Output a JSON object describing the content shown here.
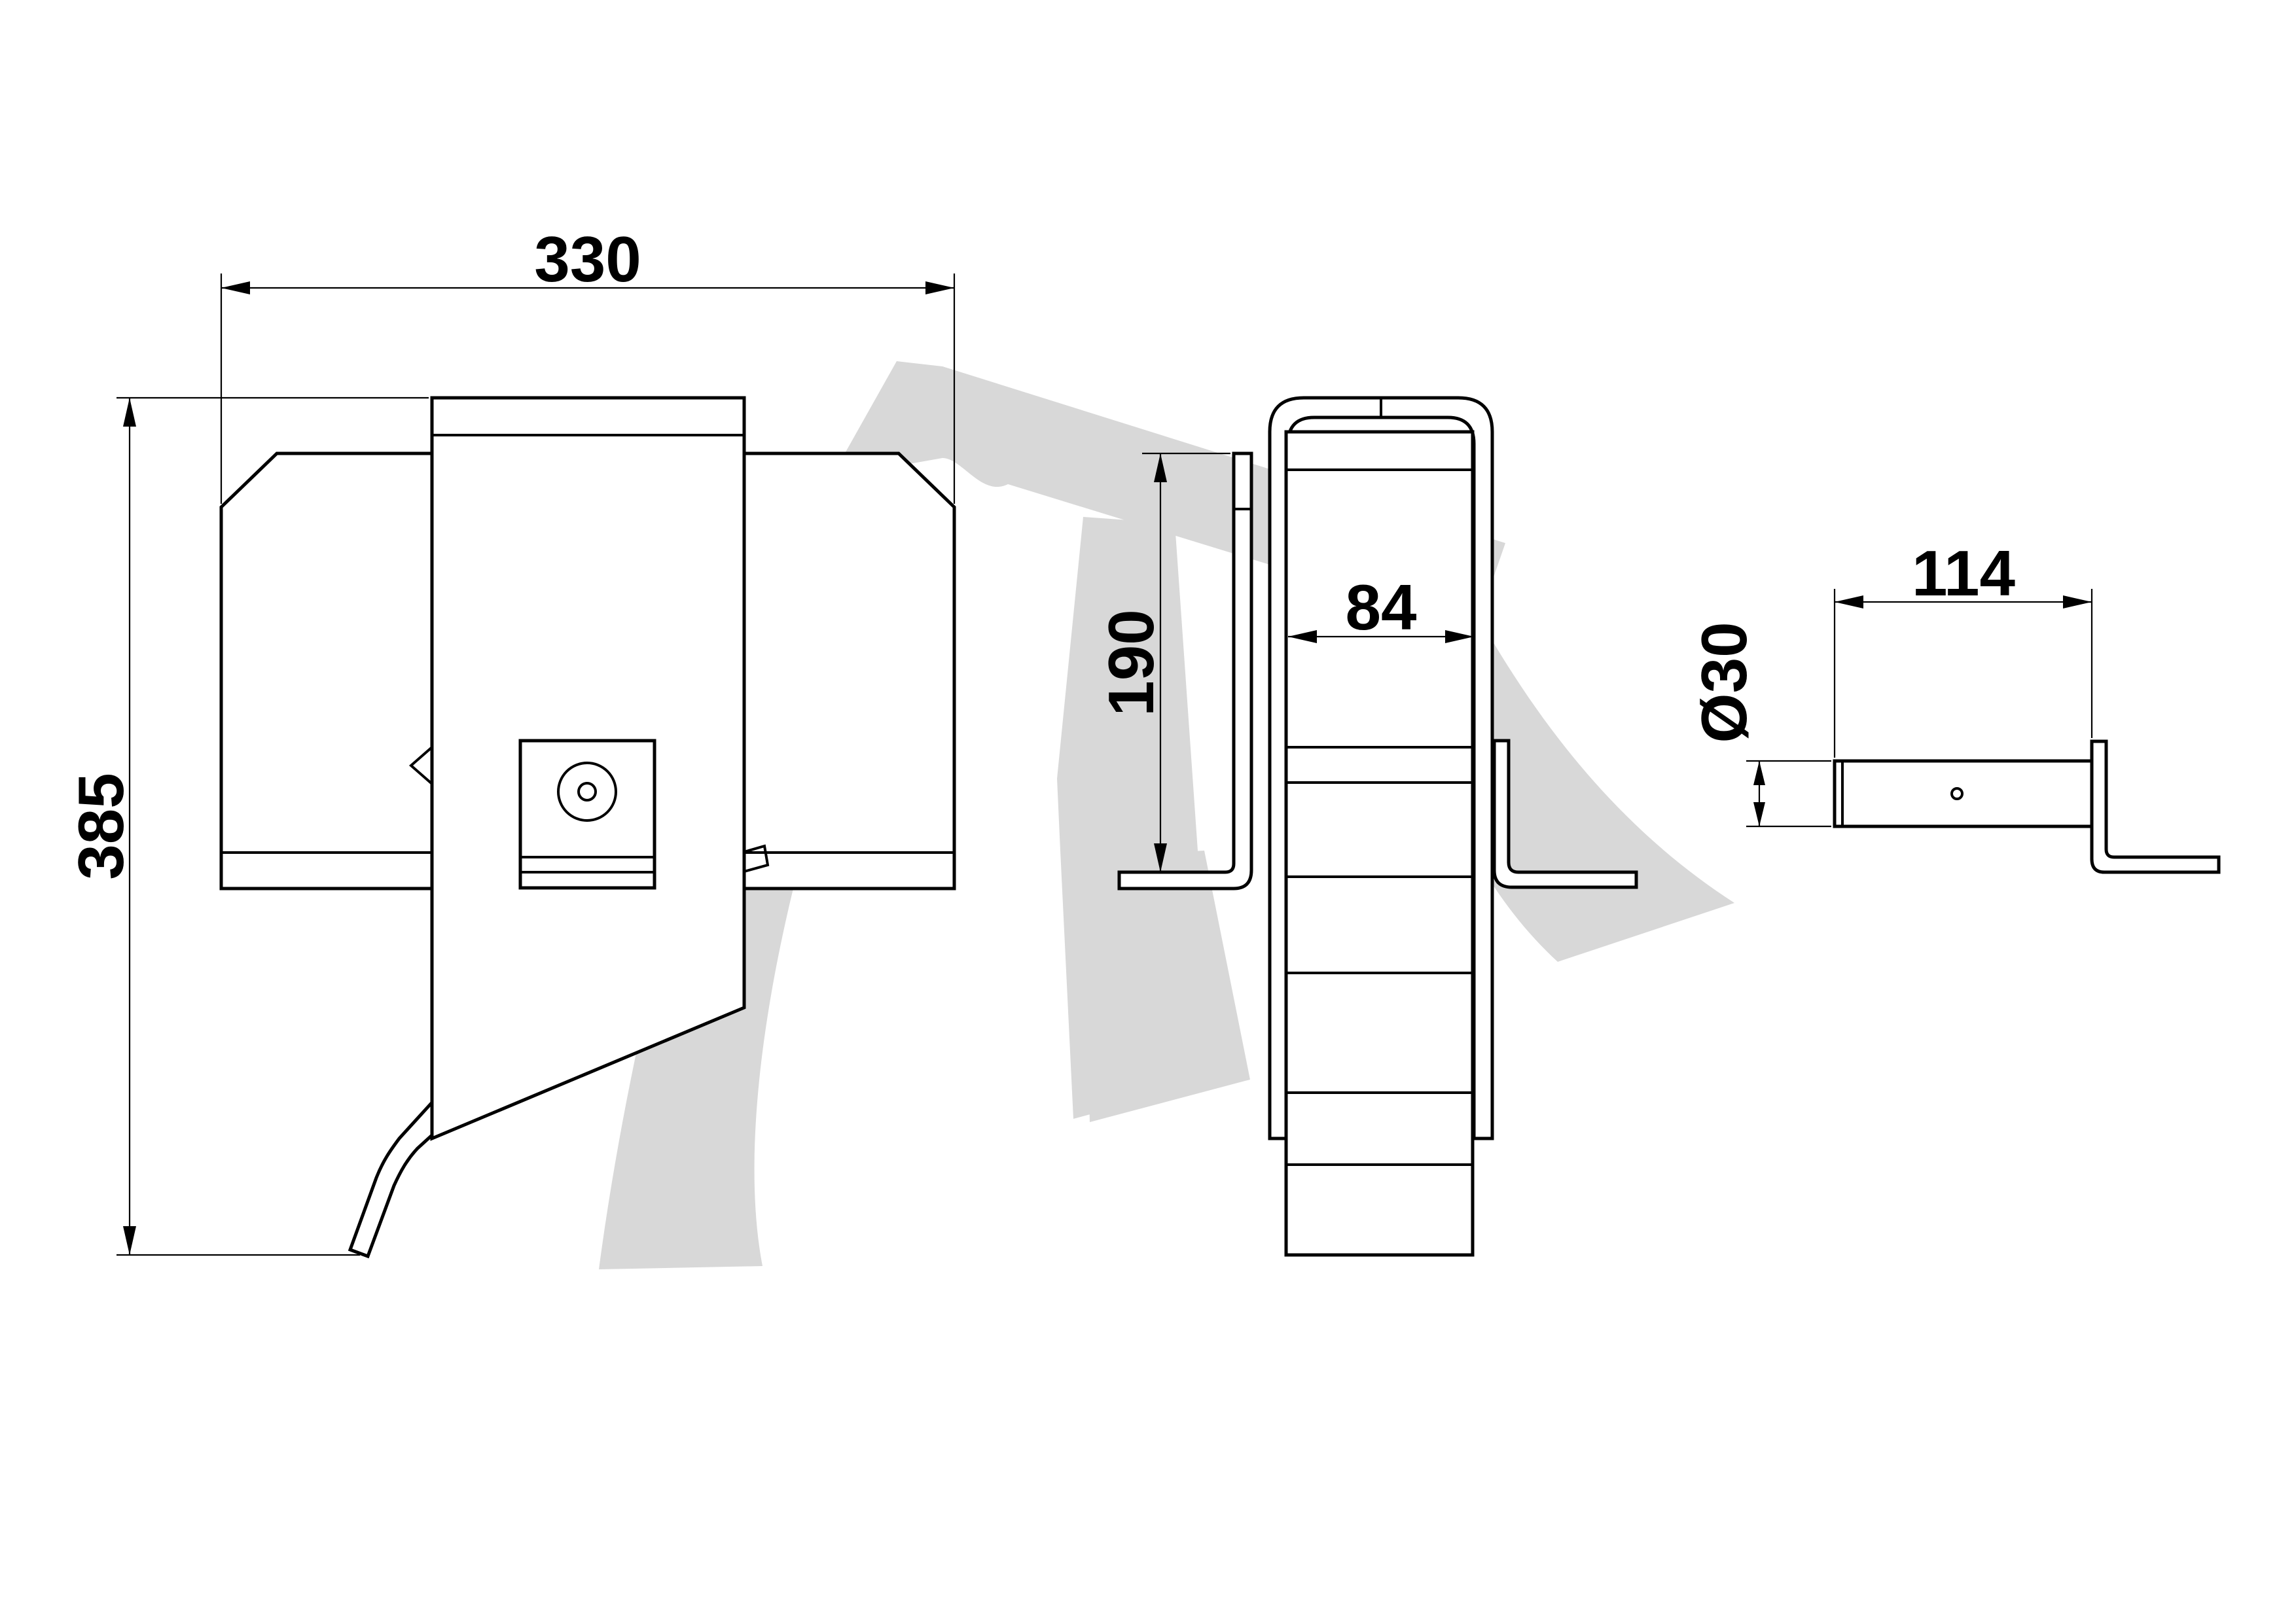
{
  "dimensions": {
    "width_front": "330",
    "height_front": "385",
    "height_side": "190",
    "width_side": "84",
    "pin_length": "114",
    "pin_diameter": "Ø30"
  },
  "colors": {
    "line": "#000000",
    "watermark": "#d8d8d8",
    "background": "#ffffff"
  }
}
